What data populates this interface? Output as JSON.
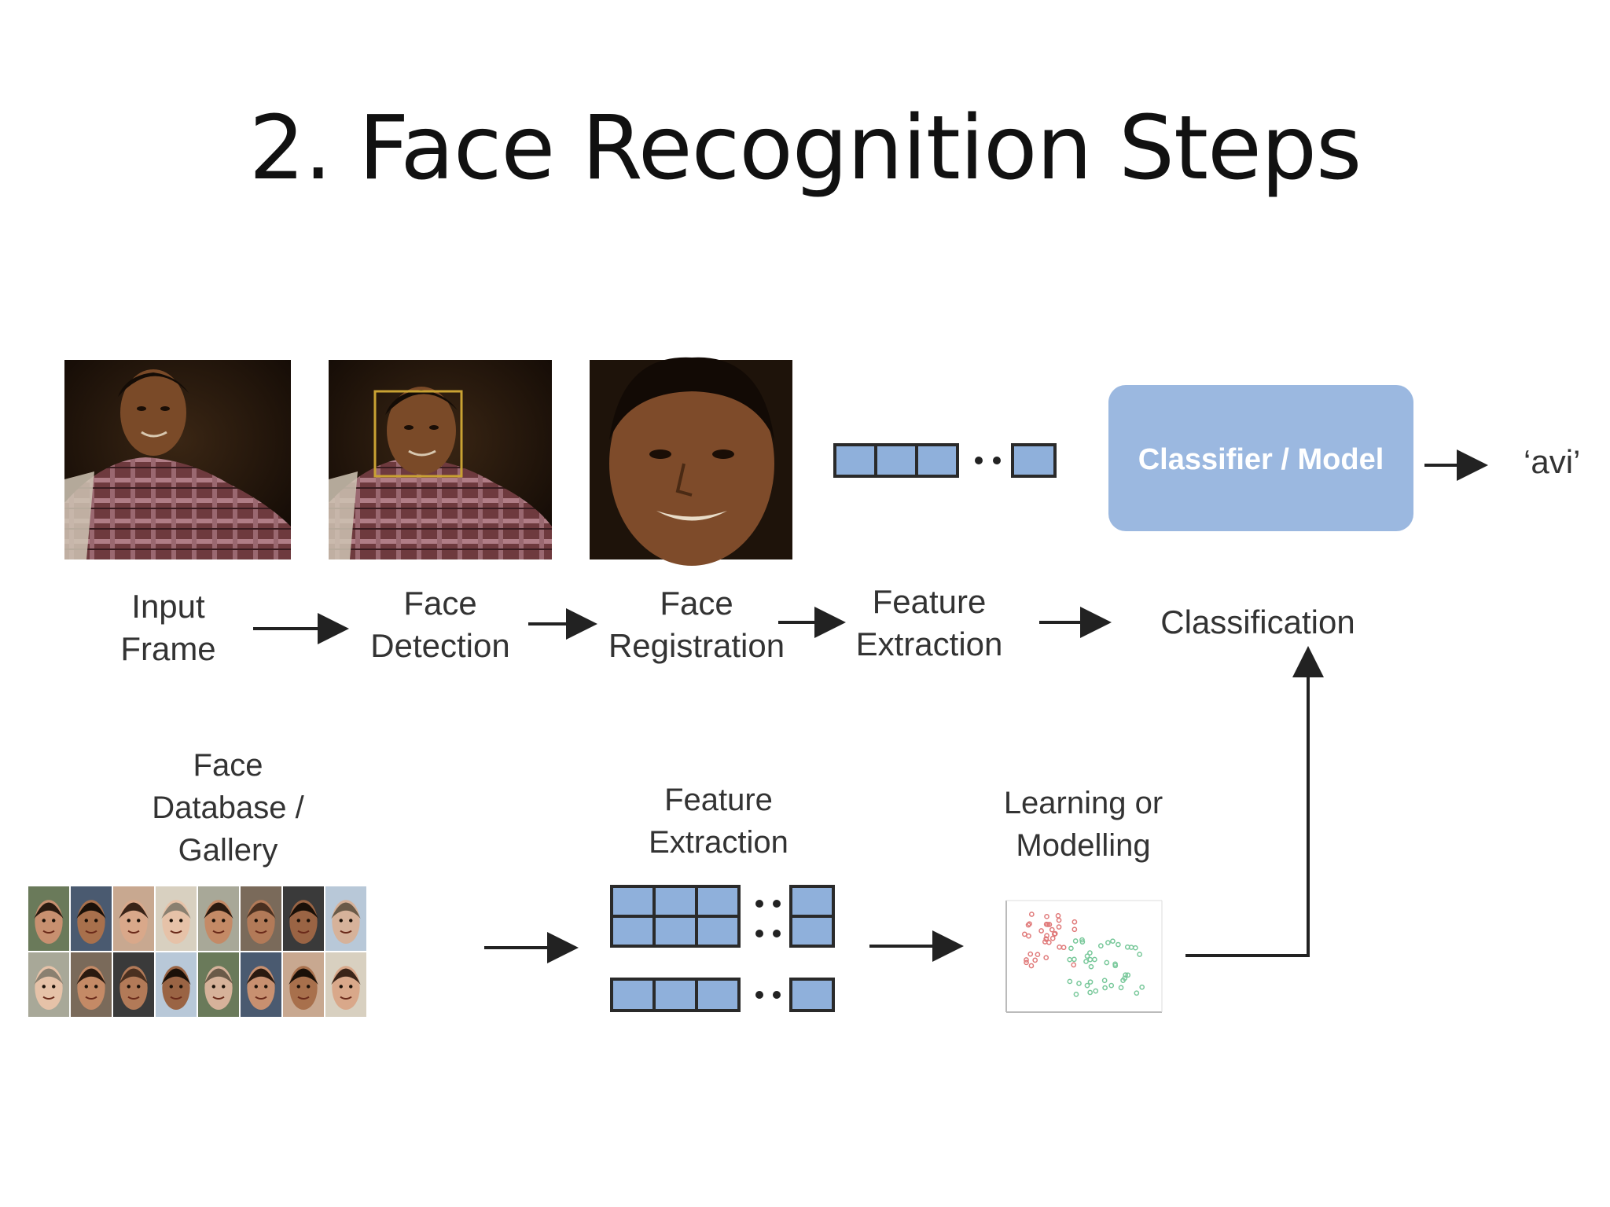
{
  "title": "2. Face Recognition Steps",
  "pipeline": {
    "steps": [
      {
        "line1": "Input",
        "line2": "Frame"
      },
      {
        "line1": "Face",
        "line2": "Detection"
      },
      {
        "line1": "Face",
        "line2": "Registration"
      },
      {
        "line1": "Feature",
        "line2": "Extraction"
      },
      {
        "line1": "Classification",
        "line2": ""
      }
    ],
    "model_label": "Classifier / Model",
    "output_label": "‘avi’"
  },
  "training": {
    "gallery_label": [
      "Face",
      "Database /",
      "Gallery"
    ],
    "feature_label": [
      "Feature",
      "Extraction"
    ],
    "learning_label": [
      "Learning or",
      "Modelling"
    ]
  },
  "colors": {
    "accent_blue": "#8fb0db",
    "model_box": "#9bb8e0",
    "detection_box": "#c9a233",
    "cluster_red": "#e07a7a",
    "cluster_green": "#78c89a"
  }
}
